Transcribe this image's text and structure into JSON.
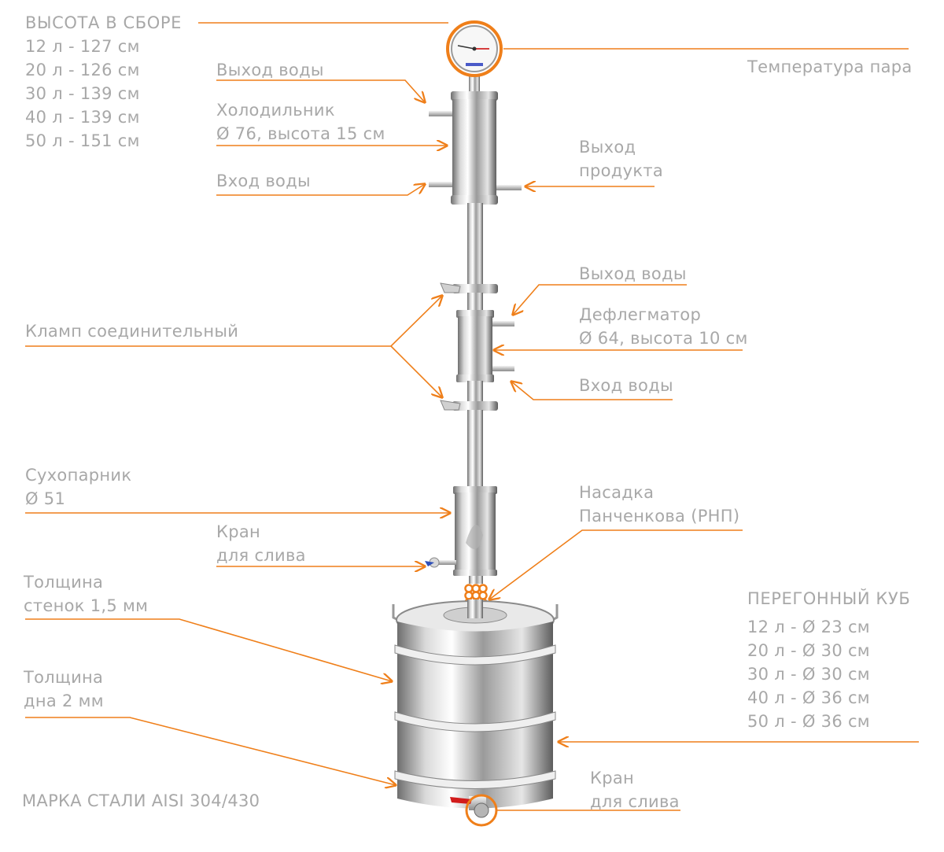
{
  "height_block": {
    "title": "ВЫСОТА В СБОРЕ",
    "lines": [
      "12 л - 127 см",
      "20 л - 126 см",
      "30 л - 139 см",
      "40 л - 139 см",
      "50 л - 151 см"
    ]
  },
  "cooler": {
    "water_out": "Выход воды",
    "name": "Холодильник",
    "size": "Ø 76, высота 15 см",
    "water_in": "Вход воды",
    "product_out_1": "Выход",
    "product_out_2": "продукта"
  },
  "steam_temp": "Температура пара",
  "clamp": "Кламп соединительный",
  "dephlegmator": {
    "water_out": "Выход воды",
    "name": "Дефлегматор",
    "size": "Ø 64, высота 10 см",
    "water_in": "Вход воды"
  },
  "dry_steamer": {
    "name": "Сухопарник",
    "size": "Ø 51"
  },
  "drain_tap_upper": {
    "line1": "Кран",
    "line2": "для слива"
  },
  "packing": {
    "line1": "Насадка",
    "line2": "Панченкова (РНП)"
  },
  "wall": {
    "line1": "Толщина",
    "line2": "стенок 1,5 мм"
  },
  "bottom": {
    "line1": "Толщина",
    "line2": "дна 2 мм"
  },
  "steel": "МАРКА СТАЛИ AISI 304/430",
  "cube": {
    "title": "ПЕРЕГОННЫЙ КУБ",
    "lines": [
      "12 л - Ø 23 см",
      "20 л - Ø 30 см",
      "30 л - Ø 30 см",
      "40 л - Ø 36 см",
      "50 л - Ø 36 см"
    ]
  },
  "drain_tap_lower": {
    "line1": "Кран",
    "line2": "для слива"
  },
  "colors": {
    "accent": "#ef7f1a",
    "text": "#a8a8a8",
    "steel_light": "#e8e8e8",
    "steel_dark": "#7a7a7a"
  }
}
